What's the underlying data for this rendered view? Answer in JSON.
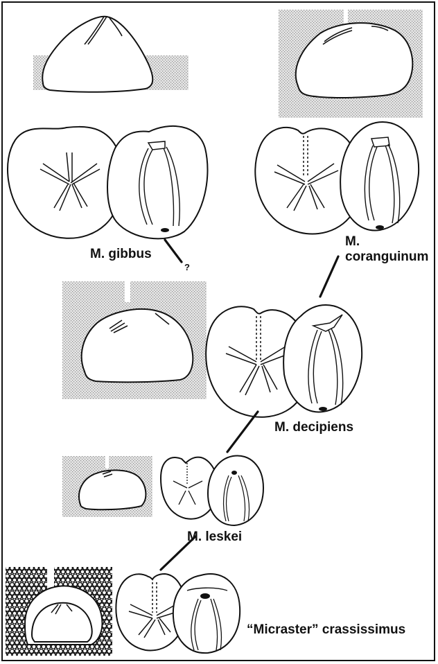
{
  "labels": {
    "gibbus": "M. gibbus",
    "coranguinum_line1": "M.",
    "coranguinum_line2": "coranguinum",
    "decipiens": "M. decipiens",
    "leskei": "M. leskei",
    "crassissimus": "“Micraster” crassissimus",
    "uncertain_link": "?"
  },
  "colors": {
    "ink": "#111111",
    "sediment_stipple": "#c9c9c9",
    "burrow_grains": "#ffffff"
  },
  "icons": [
    "test-side-view",
    "test-aboral-view",
    "test-oral-view",
    "burrow-sediment"
  ]
}
